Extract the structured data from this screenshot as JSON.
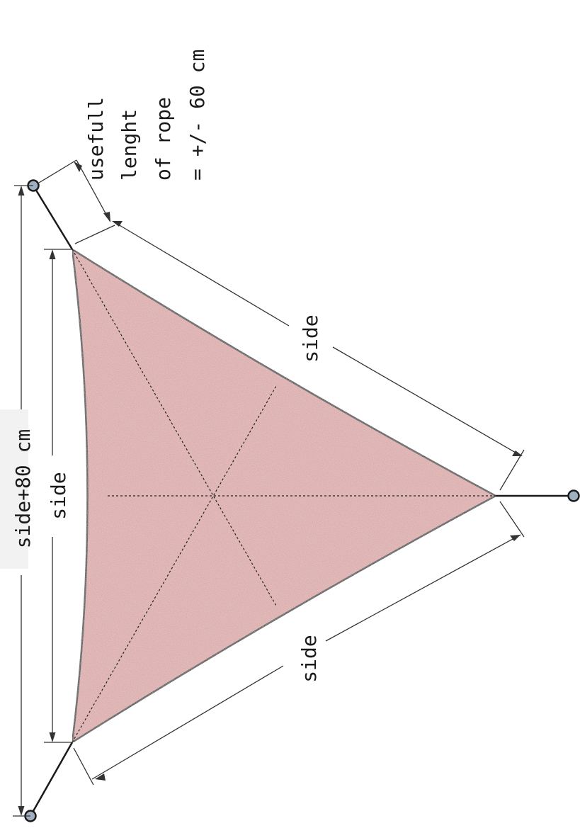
{
  "labels": {
    "side_top": "side",
    "side_bottom": "side",
    "side_left": "side",
    "side_plus": "side+80 cm",
    "rope_line1": "usefull",
    "rope_line2": "lenght",
    "rope_line3": "of rope",
    "rope_line4": "= +/- 60 cm"
  },
  "colors": {
    "sail_fill": "#d8a0a0",
    "sail_edge": "#1a1a1a",
    "rope": "#1a1a1a",
    "ring": "#9fb0c0"
  }
}
